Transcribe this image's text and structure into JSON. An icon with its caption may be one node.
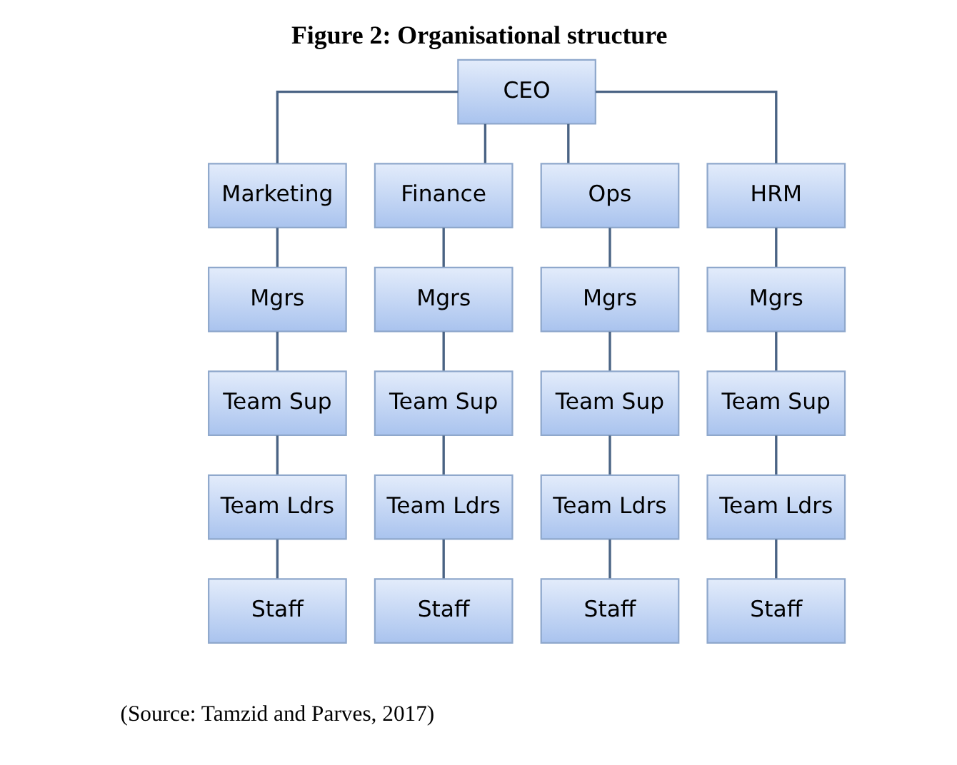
{
  "diagram": {
    "title": "Figure 2: Organisational structure",
    "caption": "(Source: Tamzid and Parves, 2017)",
    "nodes": [
      {
        "text": [
          "CEO"
        ]
      },
      {
        "text": [
          "Marketing"
        ]
      },
      {
        "text": [
          "Finance"
        ]
      },
      {
        "text": [
          "Ops"
        ]
      },
      {
        "text": [
          "HRM"
        ]
      },
      {
        "text": [
          "Mgrs"
        ]
      },
      {
        "text": [
          "Mgrs"
        ]
      },
      {
        "text": [
          "Mgrs"
        ]
      },
      {
        "text": [
          "Mgrs"
        ]
      },
      {
        "text": [
          "Team Sup"
        ]
      },
      {
        "text": [
          "Team Sup"
        ]
      },
      {
        "text": [
          "Team Sup"
        ]
      },
      {
        "text": [
          "Team Sup"
        ]
      },
      {
        "text": [
          "Team Ldrs"
        ]
      },
      {
        "text": [
          "Team Ldrs"
        ]
      },
      {
        "text": [
          "Team Ldrs"
        ]
      },
      {
        "text": [
          "Team Ldrs"
        ]
      },
      {
        "text": [
          "Staff"
        ]
      },
      {
        "text": [
          "Staff"
        ]
      },
      {
        "text": [
          "Staff"
        ]
      },
      {
        "text": [
          "Staff"
        ]
      }
    ],
    "edges": [
      {
        "from": 0,
        "to": 1,
        "arrow": "none"
      },
      {
        "from": 0,
        "to": 2,
        "arrow": "none"
      },
      {
        "from": 0,
        "to": 3,
        "arrow": "none"
      },
      {
        "from": 0,
        "to": 4,
        "arrow": "none"
      },
      {
        "from": 1,
        "to": 5,
        "arrow": "none"
      },
      {
        "from": 2,
        "to": 6,
        "arrow": "none"
      },
      {
        "from": 3,
        "to": 7,
        "arrow": "none"
      },
      {
        "from": 4,
        "to": 8,
        "arrow": "none"
      },
      {
        "from": 5,
        "to": 9,
        "arrow": "none"
      },
      {
        "from": 6,
        "to": 10,
        "arrow": "none"
      },
      {
        "from": 7,
        "to": 11,
        "arrow": "none"
      },
      {
        "from": 8,
        "to": 12,
        "arrow": "none"
      },
      {
        "from": 9,
        "to": 13,
        "arrow": "none"
      },
      {
        "from": 10,
        "to": 14,
        "arrow": "none"
      },
      {
        "from": 11,
        "to": 15,
        "arrow": "none"
      },
      {
        "from": 12,
        "to": 16,
        "arrow": "none"
      },
      {
        "from": 13,
        "to": 17,
        "arrow": "none"
      },
      {
        "from": 14,
        "to": 18,
        "arrow": "none"
      },
      {
        "from": 15,
        "to": 19,
        "arrow": "none"
      },
      {
        "from": 16,
        "to": 20,
        "arrow": "none"
      }
    ]
  }
}
